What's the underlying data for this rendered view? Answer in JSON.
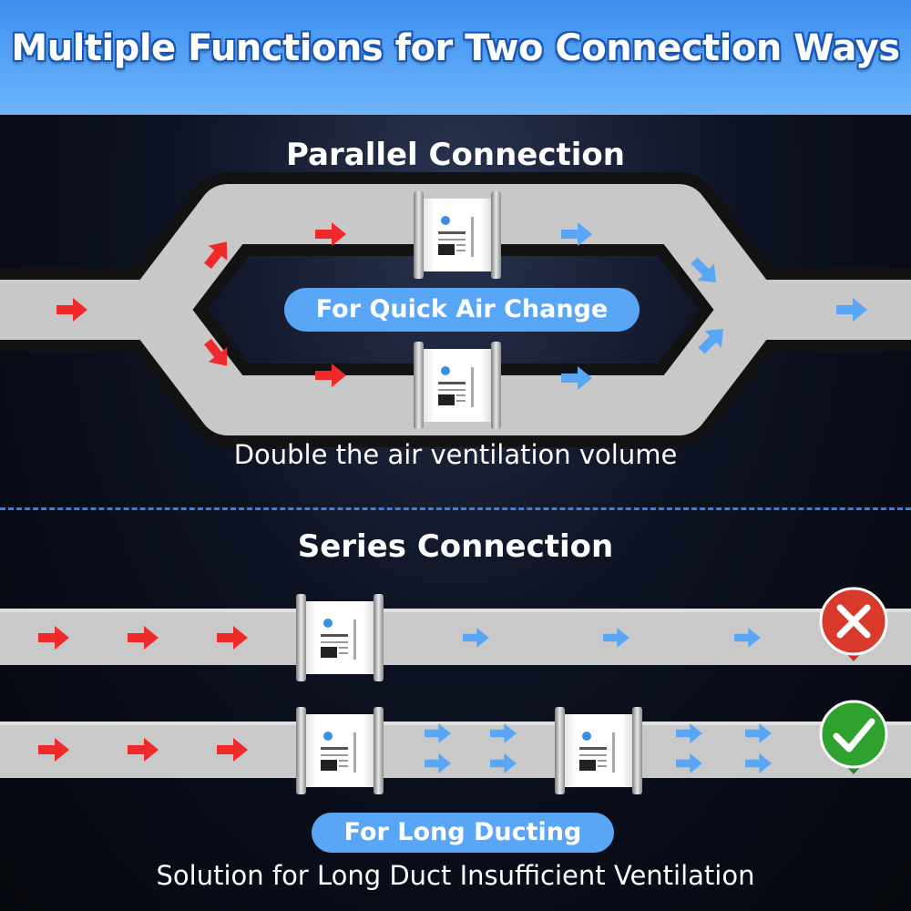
{
  "banner": {
    "title": "Multiple Functions for  Two Connection Ways"
  },
  "parallel": {
    "heading": "Parallel Connection",
    "pill": "For Quick Air Change",
    "caption": "Double the air ventilation volume"
  },
  "series": {
    "heading": "Series Connection",
    "pill": "For Long Ducting",
    "caption": "Solution for Long Duct Insufficient Ventilation"
  },
  "colors": {
    "banner": "#4a9af4",
    "duct": "#c9c9c9",
    "duct_outline": "#121212",
    "inflow_arrow": "#f02a2a",
    "outflow_arrow": "#5aa6f6",
    "wrong_badge": "#d93a2b",
    "right_badge": "#2fa12f"
  },
  "icons": {
    "inflow": "red-arrow-icon",
    "outflow": "blue-arrow-icon",
    "wrong": "cross-icon",
    "right": "check-icon",
    "fan": "inline-duct-fan"
  }
}
